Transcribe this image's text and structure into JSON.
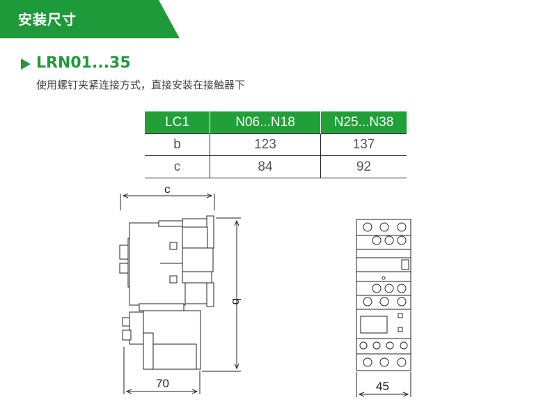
{
  "banner": {
    "title": "安装尺寸",
    "color": "#1e9a3a"
  },
  "model": {
    "title": "LRN01...35",
    "color": "#1e9a3a"
  },
  "description": "使用螺钉夹紧连接方式，直接安装在接触器下",
  "table": {
    "headers": [
      "LC1",
      "N06...N18",
      "N25...N38"
    ],
    "rows": [
      [
        "b",
        "123",
        "137"
      ],
      [
        "c",
        "84",
        "92"
      ]
    ],
    "header_color": "#21a038"
  },
  "drawings": {
    "side_view": {
      "width_label": "c",
      "height_label": "b",
      "bottom_width_label": "70"
    },
    "front_view": {
      "bottom_width_label": "45"
    }
  }
}
